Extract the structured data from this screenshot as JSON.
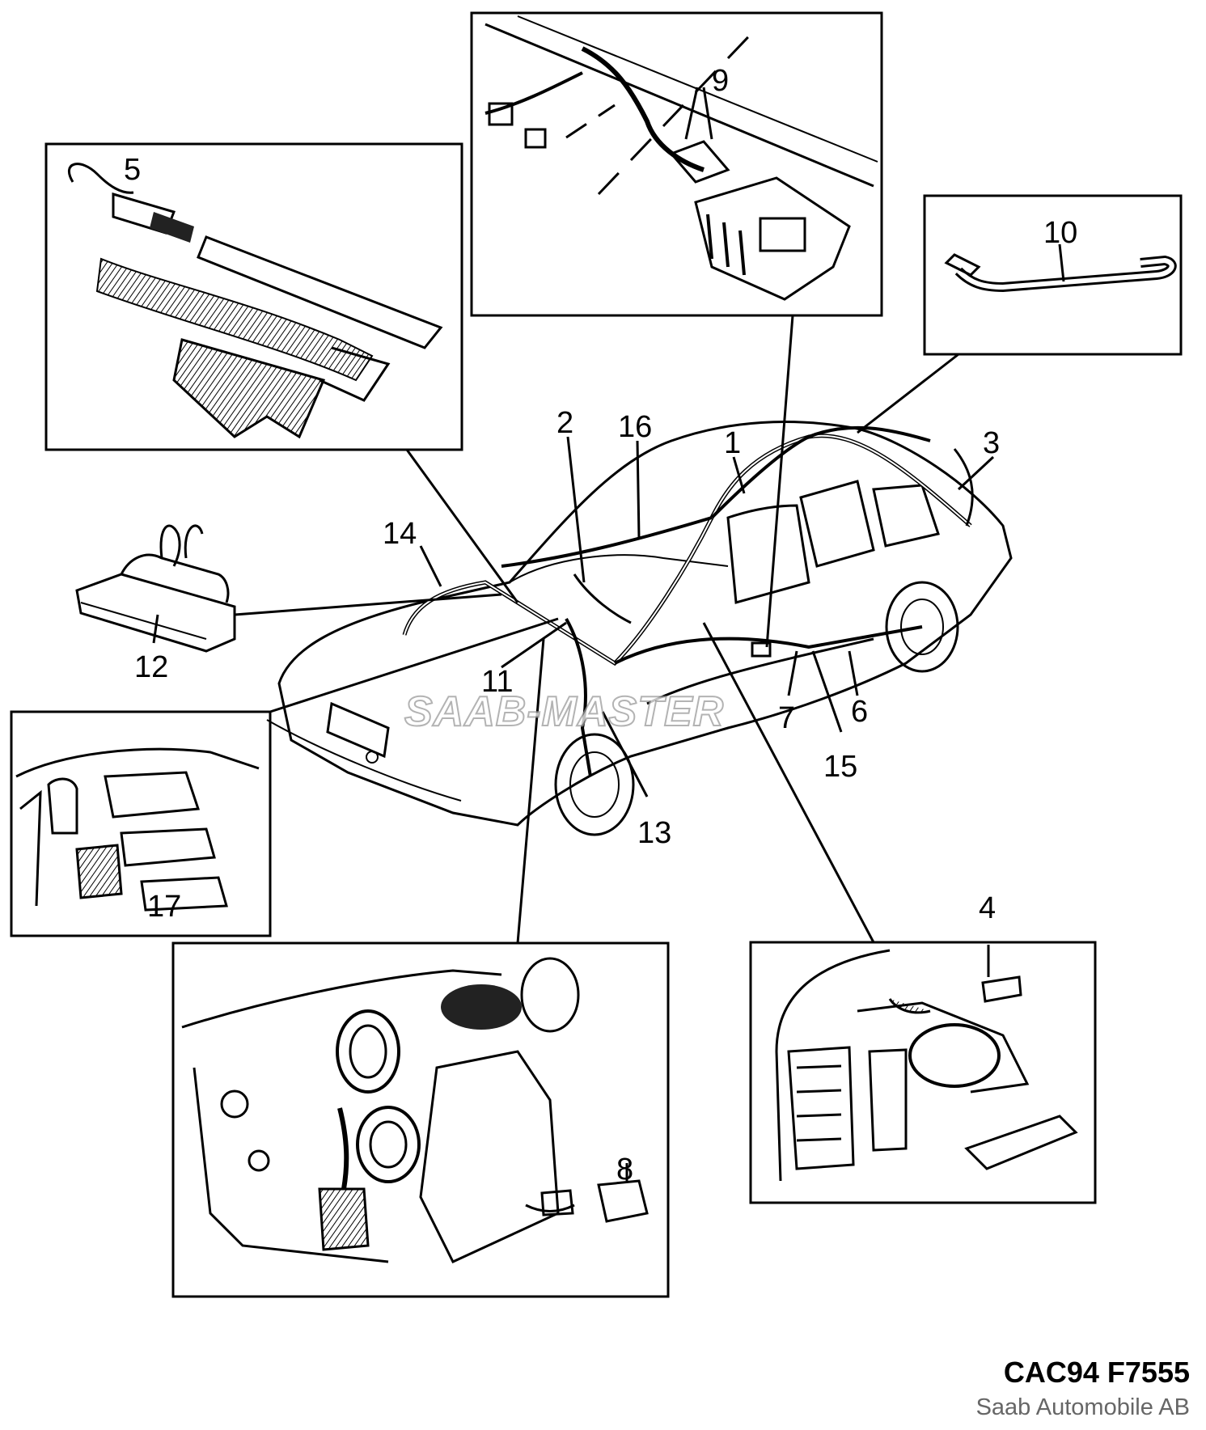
{
  "figure": {
    "reference_code": "CAC94 F7555",
    "copyright": "Saab Automobile AB",
    "watermark": "SAAB-MASTER"
  },
  "callouts": [
    {
      "id": "1",
      "label": "1"
    },
    {
      "id": "2",
      "label": "2"
    },
    {
      "id": "3",
      "label": "3"
    },
    {
      "id": "4",
      "label": "4"
    },
    {
      "id": "5",
      "label": "5"
    },
    {
      "id": "6",
      "label": "6"
    },
    {
      "id": "7",
      "label": "7"
    },
    {
      "id": "8",
      "label": "8"
    },
    {
      "id": "9",
      "label": "9"
    },
    {
      "id": "10",
      "label": "10"
    },
    {
      "id": "11",
      "label": "11"
    },
    {
      "id": "12",
      "label": "12"
    },
    {
      "id": "13",
      "label": "13"
    },
    {
      "id": "14",
      "label": "14"
    },
    {
      "id": "15",
      "label": "15"
    },
    {
      "id": "16",
      "label": "16"
    },
    {
      "id": "17",
      "label": "17"
    }
  ],
  "detail_views": [
    {
      "id": "fusebox-connector-detail",
      "callouts": [
        "5"
      ]
    },
    {
      "id": "dash-control-module-detail",
      "callouts": [
        "9"
      ]
    },
    {
      "id": "sensor-hose-detail",
      "callouts": [
        "10"
      ]
    },
    {
      "id": "console-switch-detail",
      "callouts": [
        "17"
      ]
    },
    {
      "id": "heater-unit-detail",
      "callouts": [
        "8"
      ]
    },
    {
      "id": "fuel-filler-detail",
      "callouts": [
        "4"
      ]
    }
  ]
}
